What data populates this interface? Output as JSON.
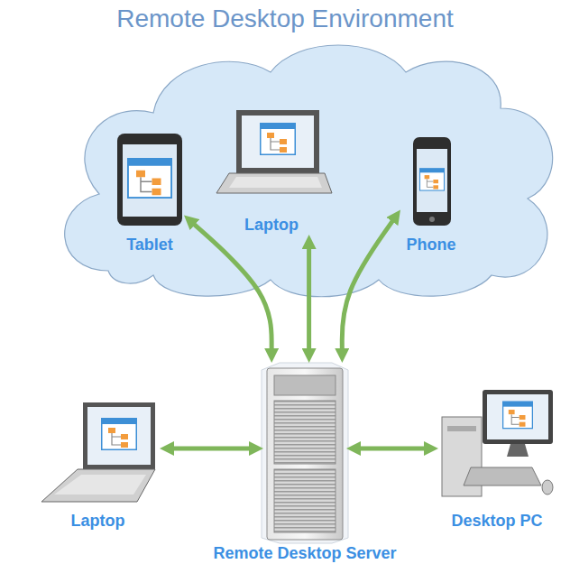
{
  "diagram": {
    "title": "Remote Desktop Environment",
    "nodes": [
      {
        "text": [
          "Tablet"
        ]
      },
      {
        "text": [
          "Laptop"
        ]
      },
      {
        "text": [
          "Phone"
        ]
      },
      {
        "text": [
          "Laptop"
        ]
      },
      {
        "text": [
          "Remote Desktop Server"
        ]
      },
      {
        "text": [
          "Desktop PC"
        ]
      }
    ],
    "edges": [
      {
        "from": 4,
        "to": 0,
        "arrow": "both"
      },
      {
        "from": 4,
        "to": 1,
        "arrow": "both"
      },
      {
        "from": 4,
        "to": 2,
        "arrow": "both"
      },
      {
        "from": 4,
        "to": 3,
        "arrow": "both"
      },
      {
        "from": 4,
        "to": 5,
        "arrow": "both"
      }
    ]
  }
}
